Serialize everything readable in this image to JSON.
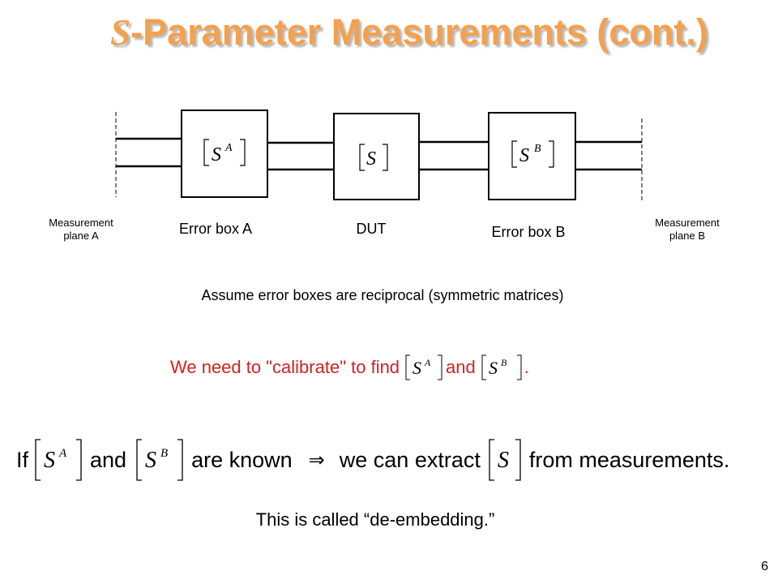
{
  "slide": {
    "title_s": "S",
    "title_rest": "-Parameter Measurements (cont.)",
    "page_number": "6",
    "colors": {
      "title": "#f5a04c",
      "title_shadow": "#b9b9b9",
      "calibrate_text": "#d42020"
    }
  },
  "diagram": {
    "boxes": [
      {
        "matrix": "S",
        "superscript": "A",
        "label": "Error box A"
      },
      {
        "matrix": "S",
        "superscript": "",
        "label": "DUT"
      },
      {
        "matrix": "S",
        "superscript": "B",
        "label": "Error box B"
      }
    ],
    "plane_a": {
      "line1": "Measurement",
      "line2": "plane A"
    },
    "plane_b": {
      "line1": "Measurement",
      "line2": "plane B"
    }
  },
  "text": {
    "assume": "Assume error boxes are reciprocal (symmetric matrices)",
    "calibrate": {
      "part1": "We need to \"calibrate\" to find",
      "matrix_a": {
        "letter": "S",
        "sup": "A"
      },
      "part2": "and",
      "matrix_b": {
        "letter": "S",
        "sup": "B"
      },
      "part3": "."
    },
    "known": {
      "part1": "If",
      "matrix_a": {
        "letter": "S",
        "sup": "A"
      },
      "part2": "and",
      "matrix_b": {
        "letter": "S",
        "sup": "B"
      },
      "part3": "are known",
      "arrow": "⇒",
      "part4": "we can extract",
      "matrix_s": {
        "letter": "S",
        "sup": ""
      },
      "part5": "from measurements."
    },
    "final": "This is called “de-embedding.”"
  }
}
